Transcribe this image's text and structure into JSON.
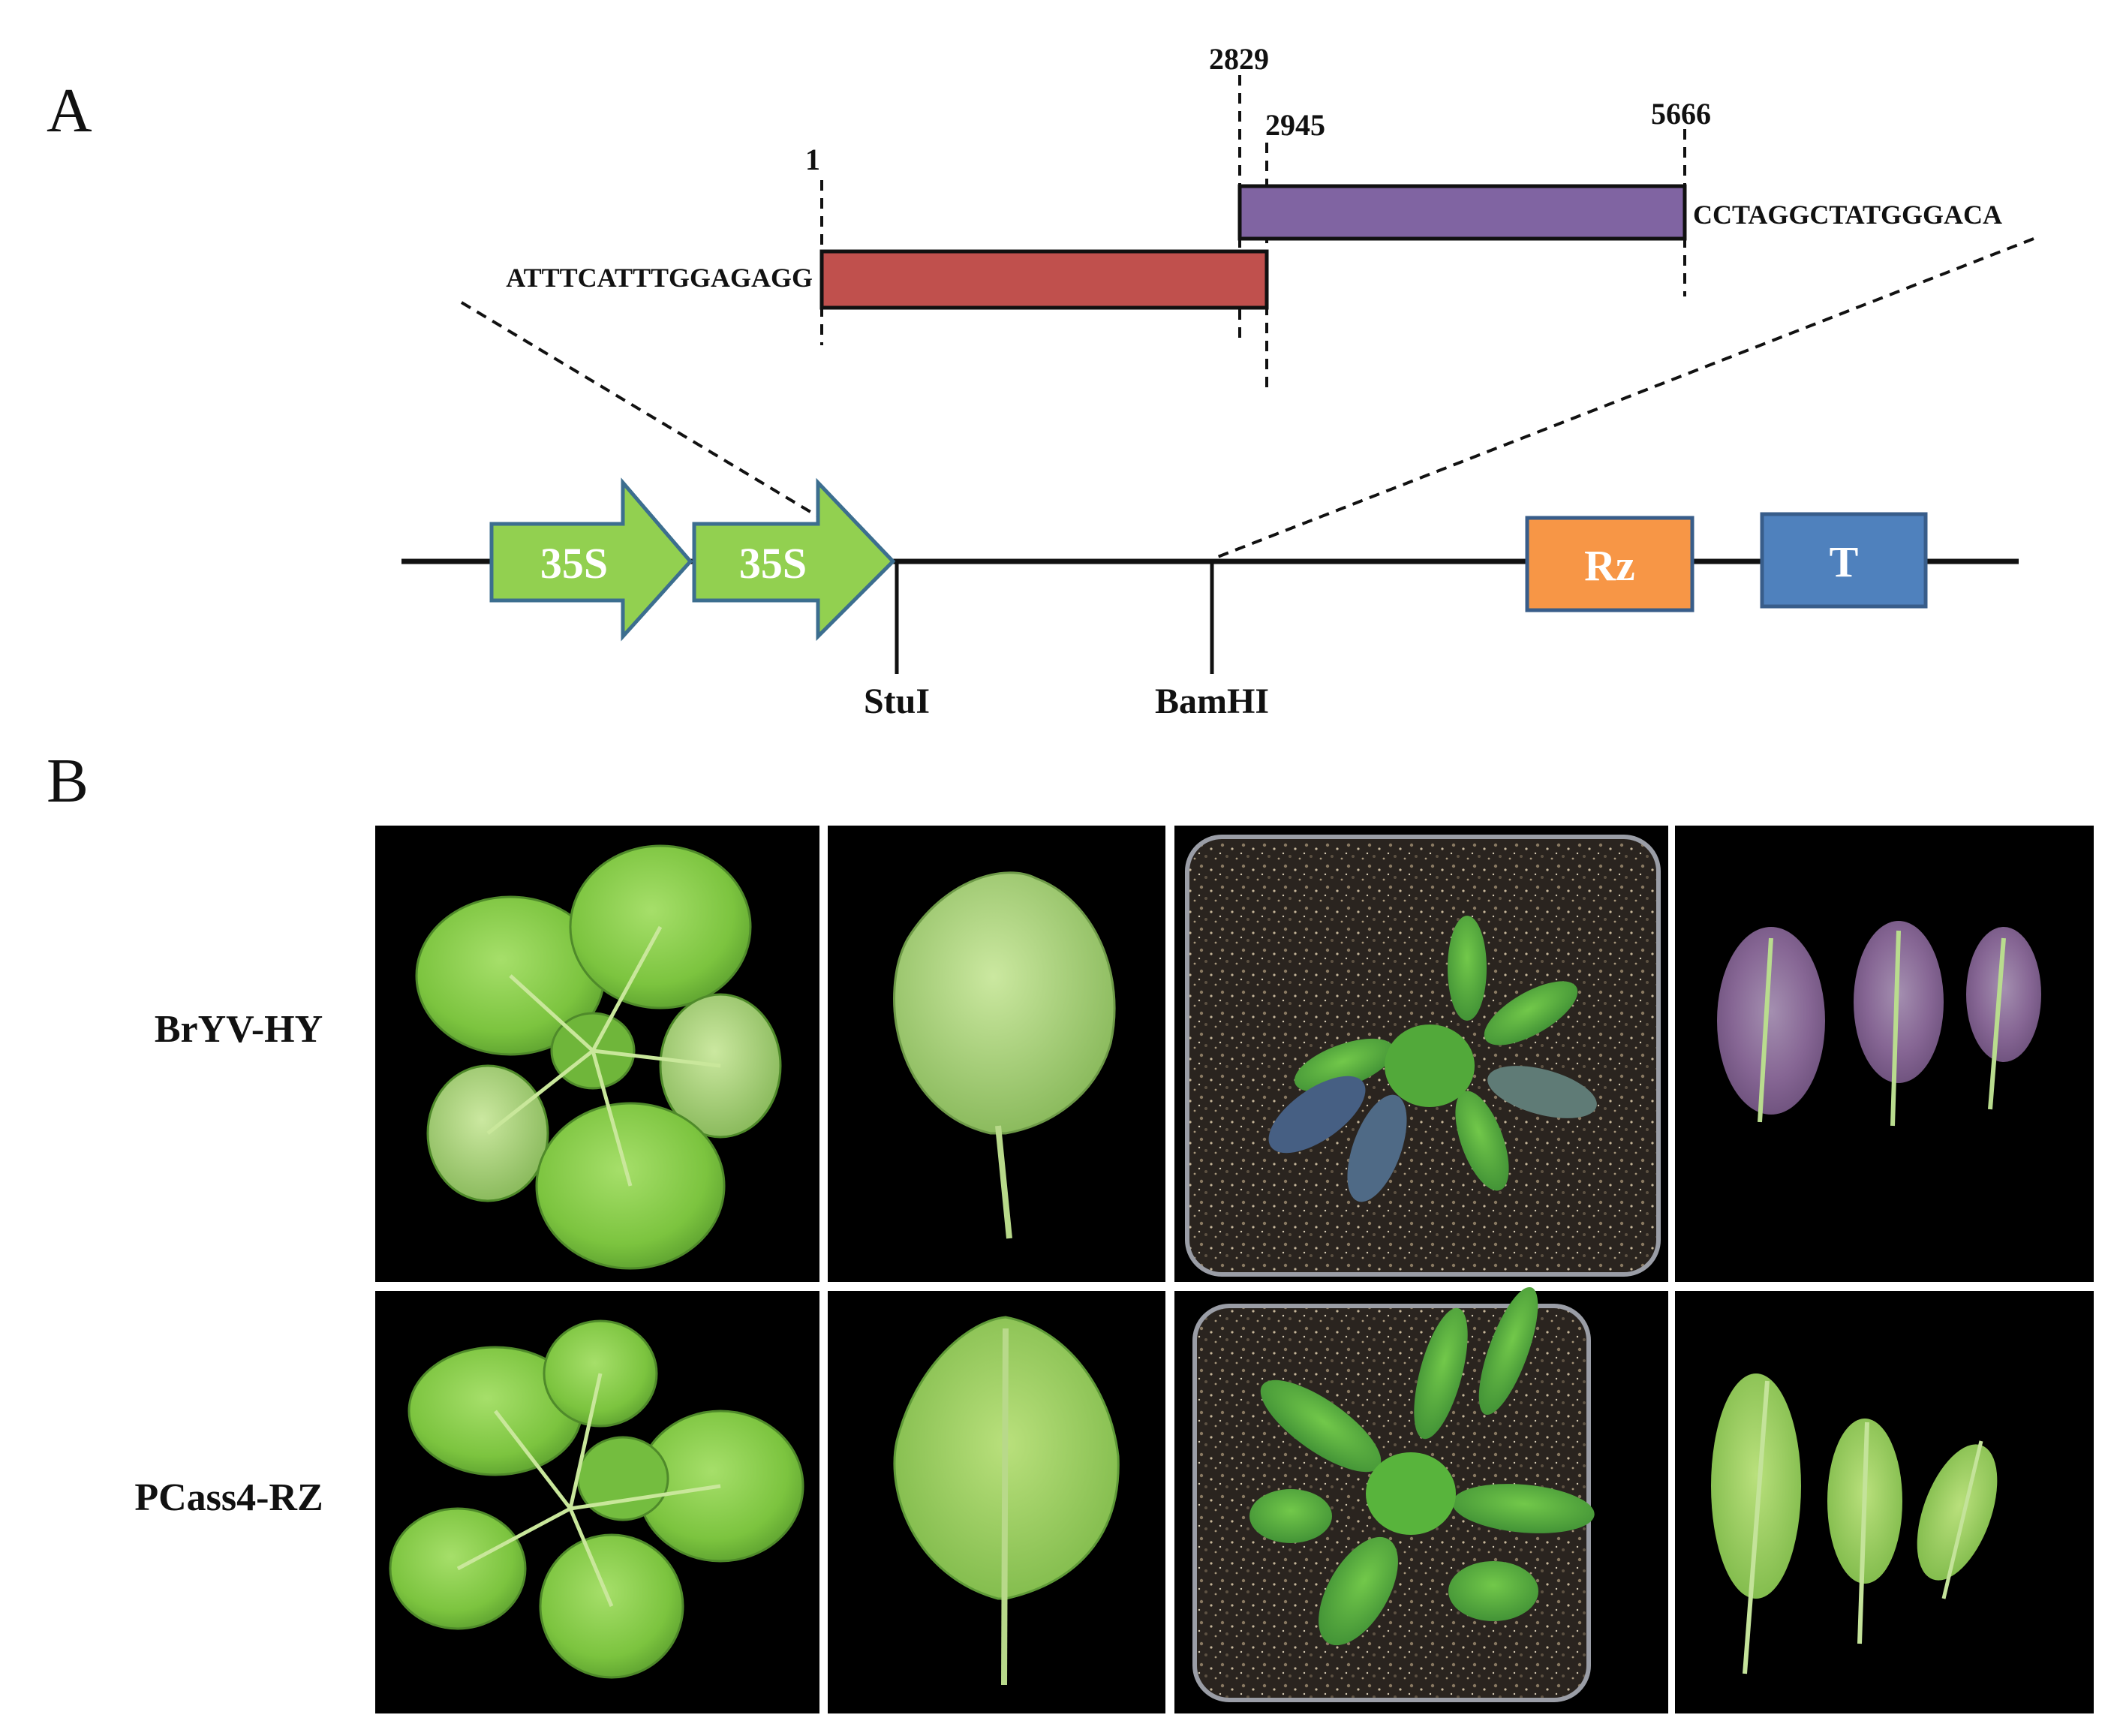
{
  "panels": {
    "a_label": "A",
    "b_label": "B"
  },
  "construct": {
    "positions": {
      "start": "1",
      "overlap_start": "2829",
      "overlap_end": "2945",
      "end": "5666"
    },
    "seq_left": "ATTTCATTTGGAGAGG",
    "seq_right": "CCTAGGCTATGGGACA",
    "promoter_1": "35S",
    "promoter_2": "35S",
    "site_1": "StuI",
    "site_2": "BamHI",
    "ribozyme": "Rz",
    "terminator": "T",
    "colors": {
      "fragment_1": "#c0504d",
      "fragment_2": "#8064a2",
      "promoter": "#92d050",
      "promoter_border": "#3c6e8f",
      "ribozyme": "#f79646",
      "terminator": "#4f81bd",
      "box_border": "#385d8a"
    }
  },
  "photos": {
    "rows": [
      {
        "label": "BrYV-HY"
      },
      {
        "label": "PCass4-RZ"
      }
    ]
  }
}
